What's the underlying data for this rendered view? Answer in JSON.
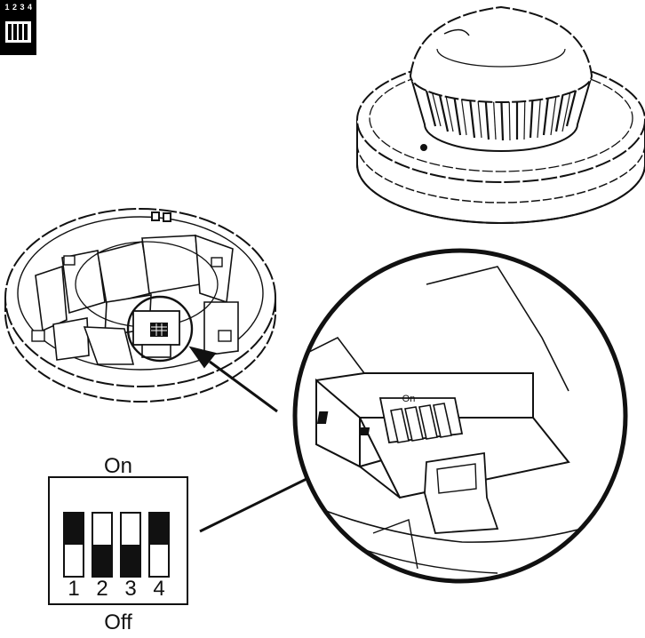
{
  "corner_badge": {
    "numbers": "1 2 3 4",
    "icon": "dip-switch-icon"
  },
  "detail_label": "On",
  "switch_panel": {
    "on_label": "On",
    "off_label": "Off",
    "switches": [
      {
        "number": "1",
        "state": "on"
      },
      {
        "number": "2",
        "state": "off"
      },
      {
        "number": "3",
        "state": "off"
      },
      {
        "number": "4",
        "state": "on"
      }
    ]
  },
  "colors": {
    "ink": "#111111",
    "paper": "#ffffff"
  }
}
